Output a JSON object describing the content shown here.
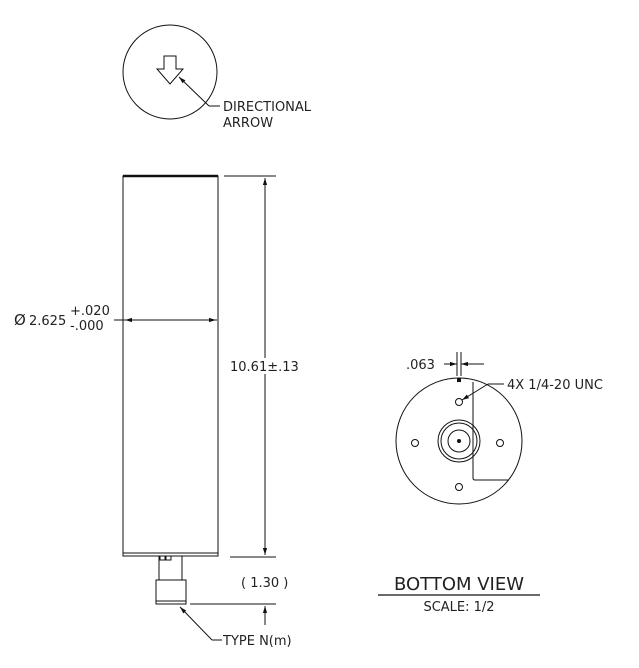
{
  "top_view": {
    "callout_line1": "DIRECTIONAL",
    "callout_line2": "ARROW"
  },
  "side_view": {
    "diameter_symbol": "Ø",
    "diameter_value": "2.625",
    "diameter_tol_upper": "+.020",
    "diameter_tol_lower": "-.000",
    "length_value": "10.61±.13",
    "connector_length": "( 1.30 )",
    "connector_callout": "TYPE N(m)"
  },
  "bottom_view": {
    "slot_width": ".063",
    "hole_callout": "4X 1/4-20 UNC",
    "title": "BOTTOM VIEW",
    "scale": "SCALE: 1/2"
  }
}
